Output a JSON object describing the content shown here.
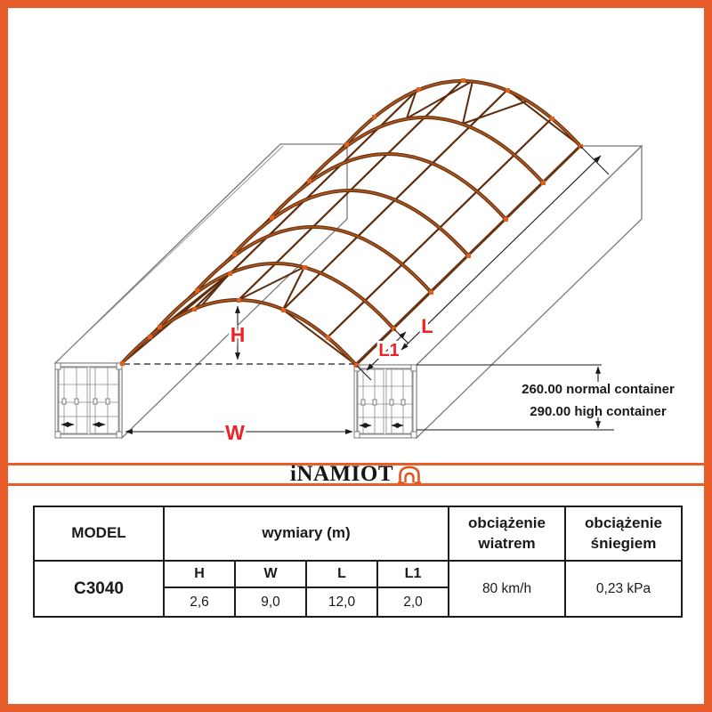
{
  "theme": {
    "accent_orange": "#E95D2B",
    "dimension_red": "#EC2227",
    "structure_brown": "#6B3210",
    "connector_orange": "#E06020"
  },
  "logo": {
    "text": "iNAMIOT",
    "icon": "arch-tent-icon"
  },
  "diagram": {
    "dimension_labels": {
      "height": "H",
      "width": "W",
      "length": "L",
      "bay": "L1"
    },
    "annotations": {
      "normal_container": "260.00 normal container",
      "high_container": "290.00 high container"
    }
  },
  "spec_table": {
    "col_model": "MODEL",
    "col_dimensions": "wymiary (m)",
    "col_wind": "obciążenie wiatrem",
    "col_snow": "obciążenie śniegiem",
    "dim_cols": [
      "H",
      "W",
      "L",
      "L1"
    ],
    "row": {
      "model": "C3040",
      "h": "2,6",
      "w": "9,0",
      "l": "12,0",
      "l1": "2,0",
      "wind": "80 km/h",
      "snow": "0,23 kPa"
    }
  }
}
